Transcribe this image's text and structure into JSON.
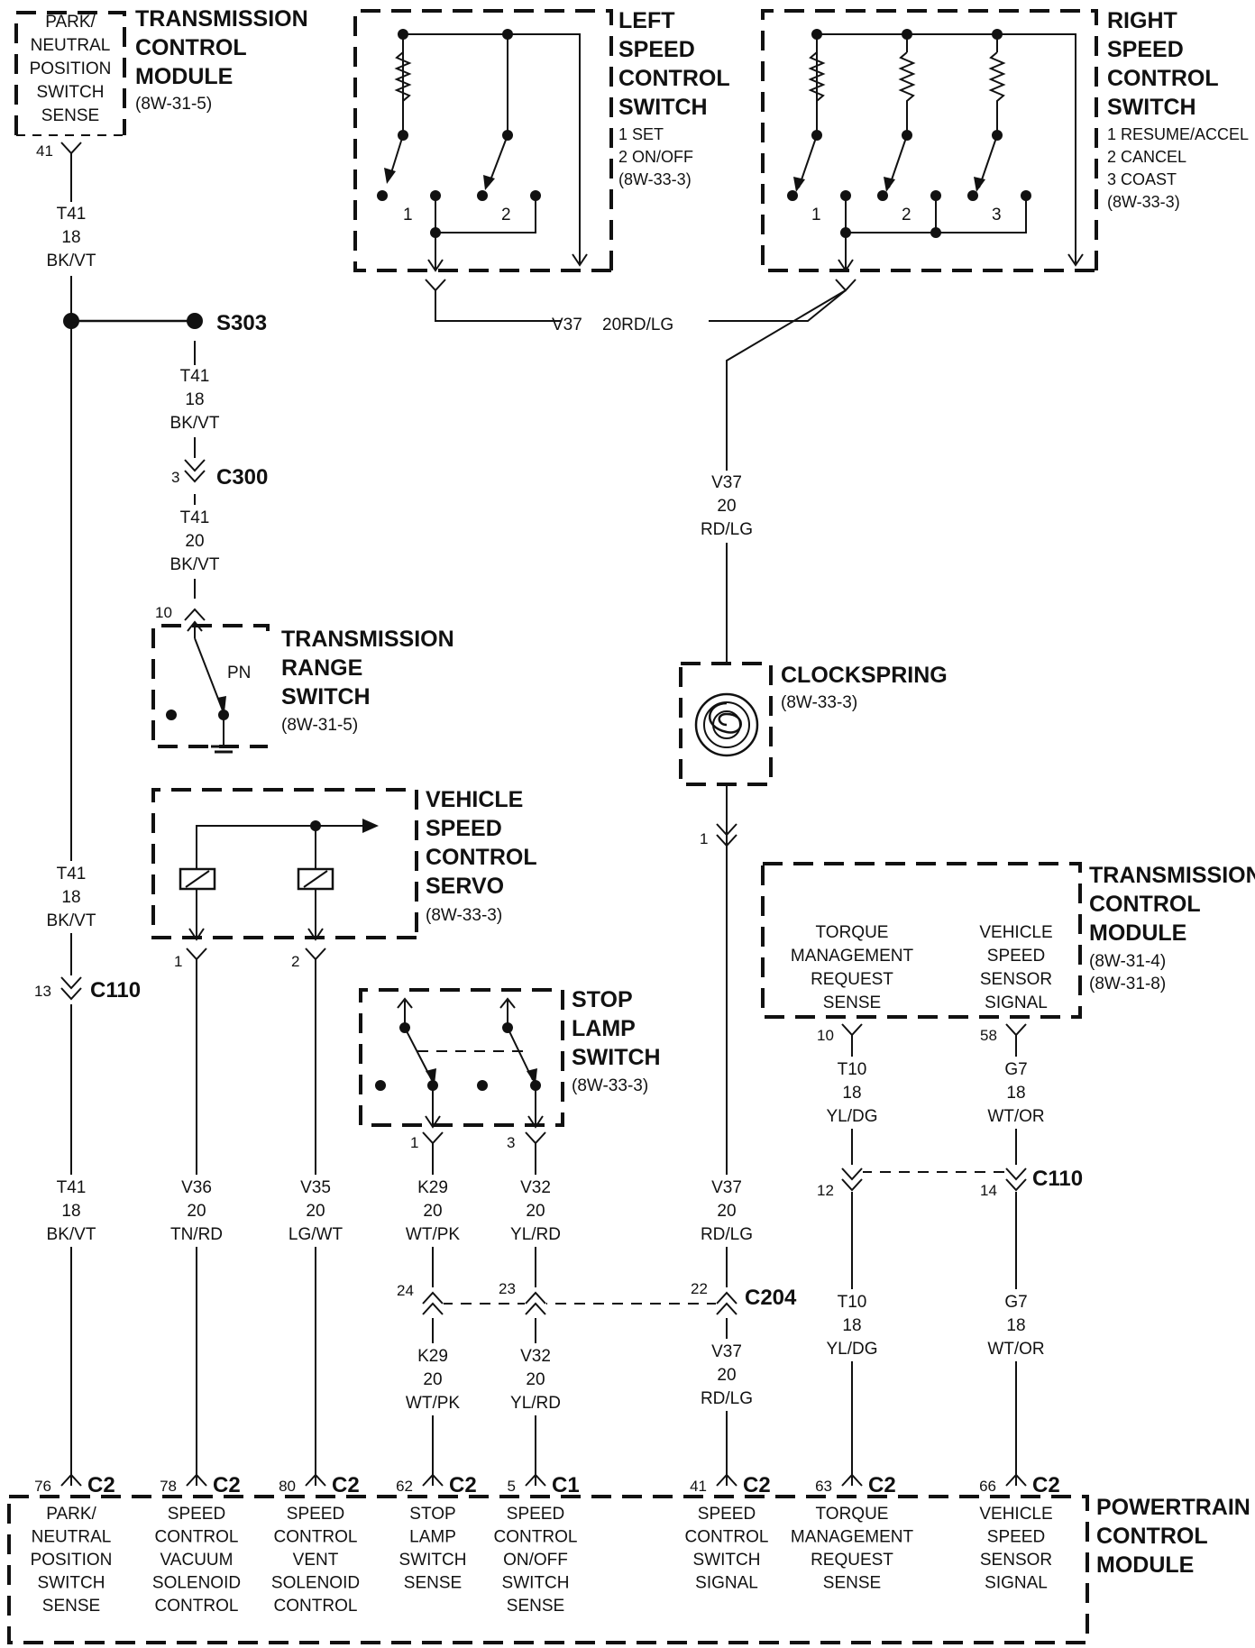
{
  "components": {
    "tcm_top": {
      "sense": [
        "PARK/",
        "NEUTRAL",
        "POSITION",
        "SWITCH",
        "SENSE"
      ],
      "title": [
        "TRANSMISSION",
        "CONTROL",
        "MODULE"
      ],
      "ref": "(8W-31-5)",
      "pin": "41"
    },
    "left_switch": {
      "title": [
        "LEFT",
        "SPEED",
        "CONTROL",
        "SWITCH"
      ],
      "lines": [
        "1 SET",
        "2 ON/OFF",
        "(8W-33-3)"
      ],
      "n1": "1",
      "n2": "2"
    },
    "right_switch": {
      "title": [
        "RIGHT",
        "SPEED",
        "CONTROL",
        "SWITCH"
      ],
      "lines": [
        "1 RESUME/ACCEL",
        "2 CANCEL",
        "3 COAST",
        "(8W-33-3)"
      ],
      "n1": "1",
      "n2": "2",
      "n3": "3"
    },
    "range_switch": {
      "title": [
        "TRANSMISSION",
        "RANGE",
        "SWITCH"
      ],
      "ref": "(8W-31-5)",
      "pin": "10",
      "pn": "PN"
    },
    "servo": {
      "title": [
        "VEHICLE",
        "SPEED",
        "CONTROL",
        "SERVO"
      ],
      "ref": "(8W-33-3)",
      "pin1": "1",
      "pin2": "2"
    },
    "clockspring": {
      "title": "CLOCKSPRING",
      "ref": "(8W-33-3)",
      "pin": "1"
    },
    "stop_lamp": {
      "title": [
        "STOP",
        "LAMP",
        "SWITCH"
      ],
      "ref": "(8W-33-3)",
      "pin1": "1",
      "pin3": "3"
    },
    "tcm_right": {
      "title": [
        "TRANSMISSION",
        "CONTROL",
        "MODULE"
      ],
      "refs": [
        "(8W-31-4)",
        "(8W-31-8)"
      ],
      "col1": [
        "TORQUE",
        "MANAGEMENT",
        "REQUEST",
        "SENSE"
      ],
      "col2": [
        "VEHICLE",
        "SPEED",
        "SENSOR",
        "SIGNAL"
      ],
      "pin10": "10",
      "pin58": "58"
    },
    "pcm": {
      "title": [
        "POWERTRAIN",
        "CONTROL",
        "MODULE"
      ],
      "pins": [
        {
          "pin": "76",
          "conn": "C2",
          "text": [
            "PARK/",
            "NEUTRAL",
            "POSITION",
            "SWITCH",
            "SENSE"
          ]
        },
        {
          "pin": "78",
          "conn": "C2",
          "text": [
            "SPEED",
            "CONTROL",
            "VACUUM",
            "SOLENOID",
            "CONTROL"
          ]
        },
        {
          "pin": "80",
          "conn": "C2",
          "text": [
            "SPEED",
            "CONTROL",
            "VENT",
            "SOLENOID",
            "CONTROL"
          ]
        },
        {
          "pin": "62",
          "conn": "C2",
          "text": [
            "STOP",
            "LAMP",
            "SWITCH",
            "SENSE"
          ]
        },
        {
          "pin": "5",
          "conn": "C1",
          "text": [
            "SPEED",
            "CONTROL",
            "ON/OFF",
            "SWITCH",
            "SENSE"
          ]
        },
        {
          "pin": "41",
          "conn": "C2",
          "text": [
            "SPEED",
            "CONTROL",
            "SWITCH",
            "SIGNAL"
          ]
        },
        {
          "pin": "63",
          "conn": "C2",
          "text": [
            "TORQUE",
            "MANAGEMENT",
            "REQUEST",
            "SENSE"
          ]
        },
        {
          "pin": "66",
          "conn": "C2",
          "text": [
            "VEHICLE",
            "SPEED",
            "SENSOR",
            "SIGNAL"
          ]
        }
      ]
    }
  },
  "wires": {
    "t41_top": [
      "T41",
      "18",
      "BK/VT"
    ],
    "t41_s303": [
      "T41",
      "18",
      "BK/VT"
    ],
    "t41_c300": [
      "T41",
      "20",
      "BK/VT"
    ],
    "t41_mid": [
      "T41",
      "18",
      "BK/VT"
    ],
    "t41_low": [
      "T41",
      "18",
      "BK/VT"
    ],
    "v37_top": {
      "id": "V37",
      "spec": "20RD/LG"
    },
    "v37_mid": [
      "V37",
      "20",
      "RD/LG"
    ],
    "v37_low": [
      "V37",
      "20",
      "RD/LG"
    ],
    "v37_pcm": [
      "V37",
      "20",
      "RD/LG"
    ],
    "v36": [
      "V36",
      "20",
      "TN/RD"
    ],
    "v35": [
      "V35",
      "20",
      "LG/WT"
    ],
    "k29_a": [
      "K29",
      "20",
      "WT/PK"
    ],
    "k29_b": [
      "K29",
      "20",
      "WT/PK"
    ],
    "v32_a": [
      "V32",
      "20",
      "YL/RD"
    ],
    "v32_b": [
      "V32",
      "20",
      "YL/RD"
    ],
    "t10_a": [
      "T10",
      "18",
      "YL/DG"
    ],
    "t10_b": [
      "T10",
      "18",
      "YL/DG"
    ],
    "g7_a": [
      "G7",
      "18",
      "WT/OR"
    ],
    "g7_b": [
      "G7",
      "18",
      "WT/OR"
    ]
  },
  "connectors": {
    "s303": "S303",
    "c300": {
      "name": "C300",
      "pin": "3"
    },
    "c110_left": {
      "name": "C110",
      "pin": "13"
    },
    "c110_right": {
      "name": "C110",
      "pin12": "12",
      "pin14": "14"
    },
    "c204": {
      "name": "C204",
      "pin24": "24",
      "pin23": "23",
      "pin22": "22"
    }
  }
}
